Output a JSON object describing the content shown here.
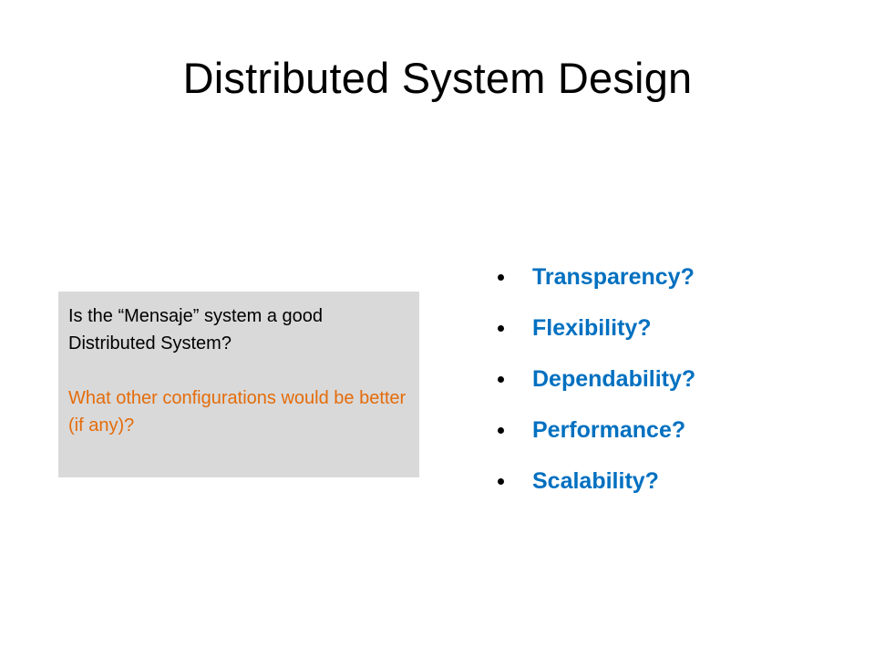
{
  "slide": {
    "title": "Distributed System Design"
  },
  "callout": {
    "question": "Is the “Mensaje” system a good Distributed System?",
    "followup": "What other configurations would be better (if any)?",
    "background_color": "#d9d9d9",
    "followup_color": "#e46c0a"
  },
  "bullets": {
    "color": "#0070c0",
    "items": [
      "Transparency?",
      "Flexibility?",
      "Dependability?",
      "Performance?",
      "Scalability?"
    ]
  }
}
